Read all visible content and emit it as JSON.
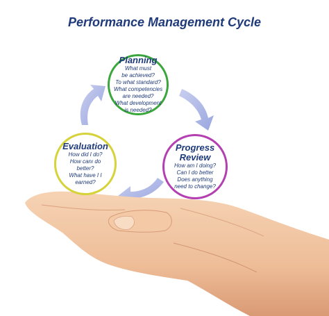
{
  "title": "Performance Management Cycle",
  "nodes": {
    "planning": {
      "title": "Planning",
      "lines": [
        "What must",
        "be achieved?",
        "To what standard?",
        "What competencies",
        "are needed?",
        "What development",
        "is needed?"
      ],
      "color": "#3aa63c"
    },
    "progress": {
      "title_lines": [
        "Progress",
        "Review"
      ],
      "lines": [
        "How am I doing?",
        "Can I do better",
        "Does anything",
        "need to change?"
      ],
      "color": "#b43fb0"
    },
    "evaluation": {
      "title": "Evaluation",
      "lines": [
        "How did I do?",
        "How canı  do",
        "better?",
        "What have I I",
        "earned?"
      ],
      "color": "#d6d23a"
    }
  },
  "colors": {
    "text": "#1f3a7a",
    "arrow": "#b7bfe8",
    "skin": "#efc3a0"
  }
}
